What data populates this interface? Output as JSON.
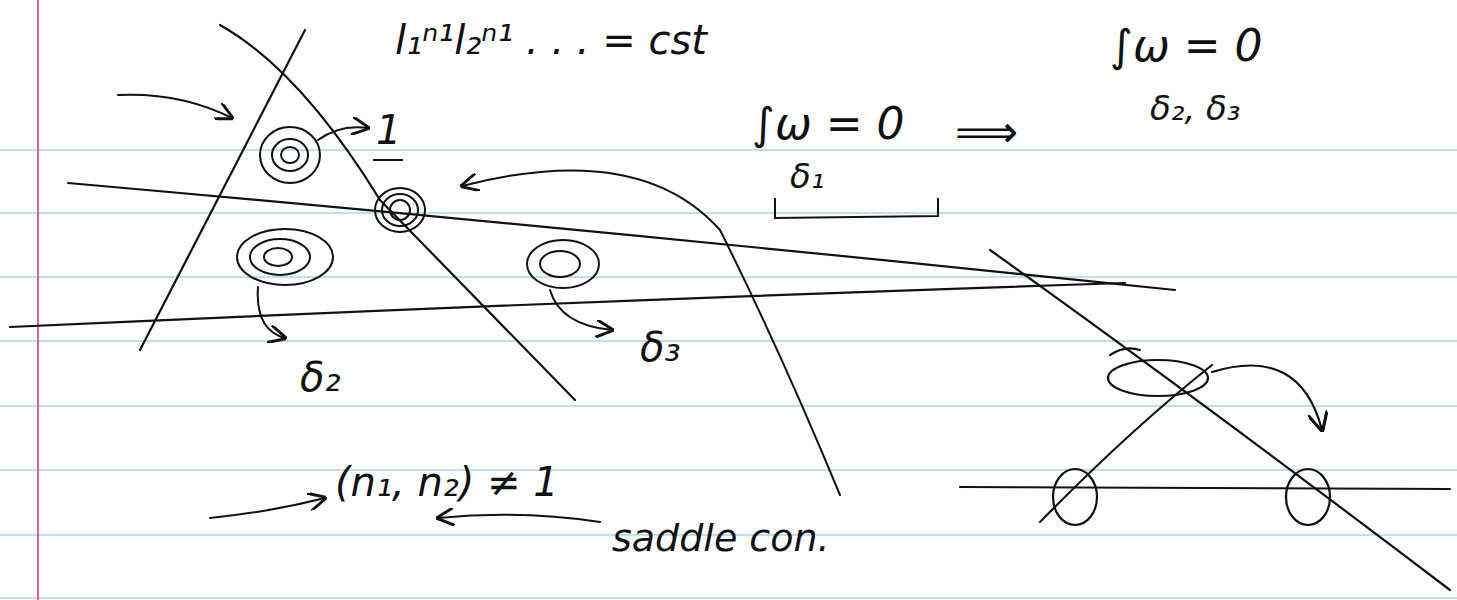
{
  "diagram": {
    "labels": [
      "l₁ⁿ¹l₂ⁿ¹ . . . = cst",
      "∫ω = 0",
      "δ₁",
      "⟹",
      "∫ω = 0",
      "δ₂, δ₃",
      "1",
      "δ₂",
      "δ₃",
      "(n₁, n₂) ≠ 1",
      "saddle con."
    ]
  }
}
